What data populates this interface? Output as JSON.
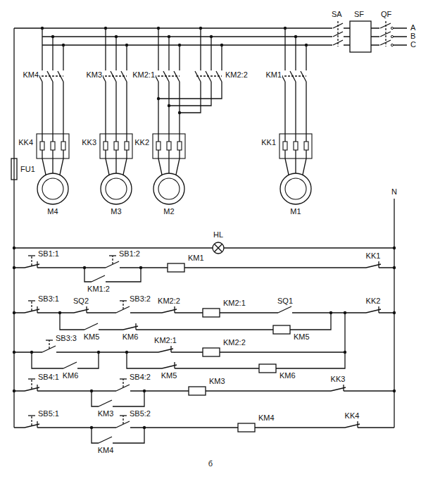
{
  "diagram": {
    "labels": [
      "SA",
      "SF",
      "QF",
      "A",
      "B",
      "C",
      "KM4",
      "KM3",
      "KM2:1",
      "KM2:2",
      "KM1",
      "KK4",
      "KK3",
      "KK2",
      "KK1",
      "FU1",
      "M4",
      "M3",
      "M2",
      "M1",
      "N",
      "HL",
      "SB1:1",
      "SB1:2",
      "KM1",
      "KK1",
      "KM1:2",
      "SB3:1",
      "SQ2",
      "SB3:2",
      "KM2:2",
      "KM2:1",
      "SQ1",
      "KK2",
      "KM5",
      "KM6",
      "KM5",
      "SB3:3",
      "KM2:1",
      "KM2:2",
      "KM6",
      "KM5",
      "KM6",
      "SB4:1",
      "SB4:2",
      "KM3",
      "KK3",
      "KM3",
      "SB5:1",
      "SB5:2",
      "KM4",
      "KK4",
      "KM4",
      "б"
    ]
  }
}
